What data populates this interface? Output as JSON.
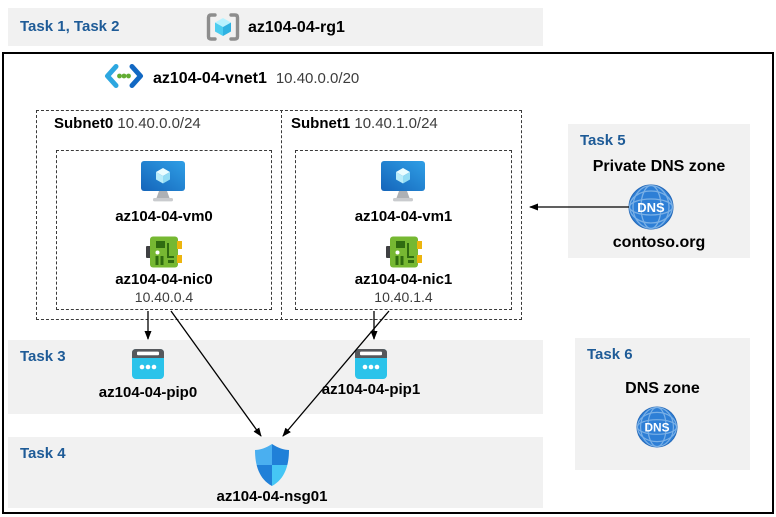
{
  "header": {
    "tasks_label": "Task 1, Task 2",
    "resource_group": "az104-04-rg1"
  },
  "vnet": {
    "name": "az104-04-vnet1",
    "cidr": "10.40.0.0/20"
  },
  "subnets": [
    {
      "name": "Subnet0",
      "cidr": "10.40.0.0/24",
      "vm_name": "az104-04-vm0",
      "nic_name": "az104-04-nic0",
      "nic_ip": "10.40.0.4"
    },
    {
      "name": "Subnet1",
      "cidr": "10.40.1.0/24",
      "vm_name": "az104-04-vm1",
      "nic_name": "az104-04-nic1",
      "nic_ip": "10.40.1.4"
    }
  ],
  "task3": {
    "label": "Task 3",
    "pips": [
      "az104-04-pip0",
      "az104-04-pip1"
    ]
  },
  "task4": {
    "label": "Task 4",
    "nsg_name": "az104-04-nsg01"
  },
  "task5": {
    "label": "Task 5",
    "title": "Private DNS zone",
    "zone_name": "contoso.org",
    "dns_icon_text": "DNS"
  },
  "task6": {
    "label": "Task 6",
    "title": "DNS zone",
    "dns_icon_text": "DNS"
  },
  "colors": {
    "task_label_blue": "#1E5B97",
    "band_gray": "#F1F1F1",
    "vm_blue": "#2186D4",
    "nic_green": "#76B832",
    "pip_cyan": "#2BC3EA",
    "nsg_shield_blue": "#2E9BEA",
    "dns_blue": "#2E7FD6",
    "rg_cube_cyan": "#50E6FF",
    "arrow_black": "#000000"
  }
}
